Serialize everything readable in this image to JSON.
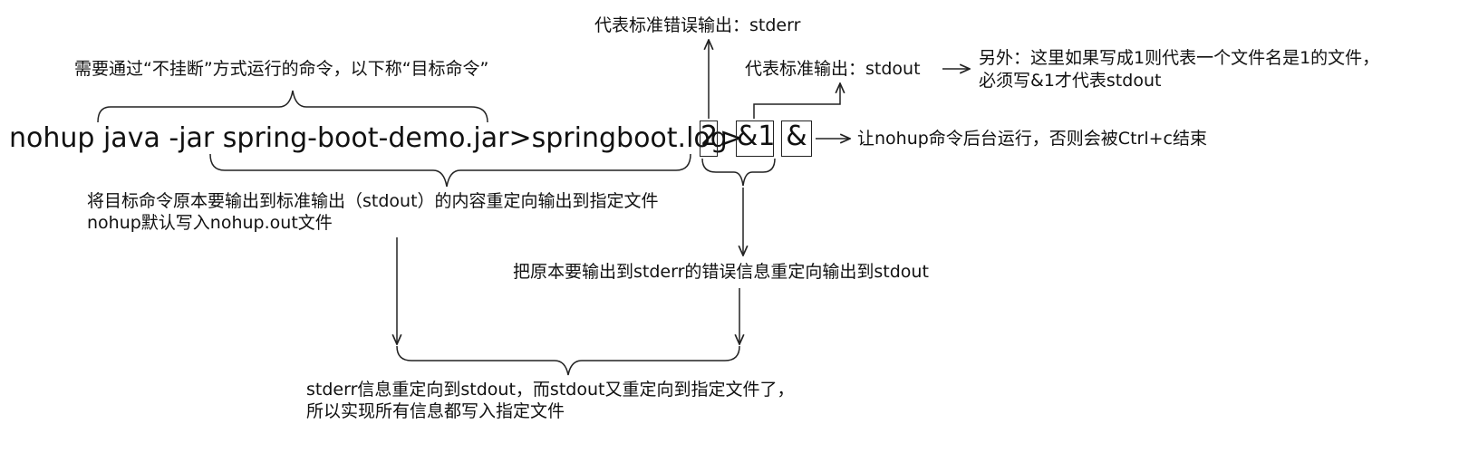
{
  "command": {
    "main": "nohup java -jar spring-boot-demo.jar>springboot.log",
    "fd2": "2",
    "redirect": ">",
    "ref": "&1",
    "bg": "&"
  },
  "notes": {
    "target_command": "需要通过“不挂断”方式运行的命令，以下称“目标命令”",
    "stderr_label": "代表标准错误输出：stderr",
    "stdout_label": "代表标准输出：stdout",
    "else_line1": "另外：这里如果写成1则代表一个文件名是1的文件，",
    "else_line2": "必须写&1才代表stdout",
    "background": "让nohup命令后台运行，否则会被Ctrl+c结束",
    "redirect_line1": "将目标命令原本要输出到标准输出（stdout）的内容重定向输出到指定文件",
    "redirect_line2": "nohup默认写入nohup.out文件",
    "stderr_to_stdout": "把原本要输出到stderr的错误信息重定向输出到stdout",
    "final_line1": "stderr信息重定向到stdout，而stdout又重定向到指定文件了，",
    "final_line2": "所以实现所有信息都写入指定文件"
  },
  "colors": {
    "ink": "#111111",
    "line": "#222222"
  }
}
